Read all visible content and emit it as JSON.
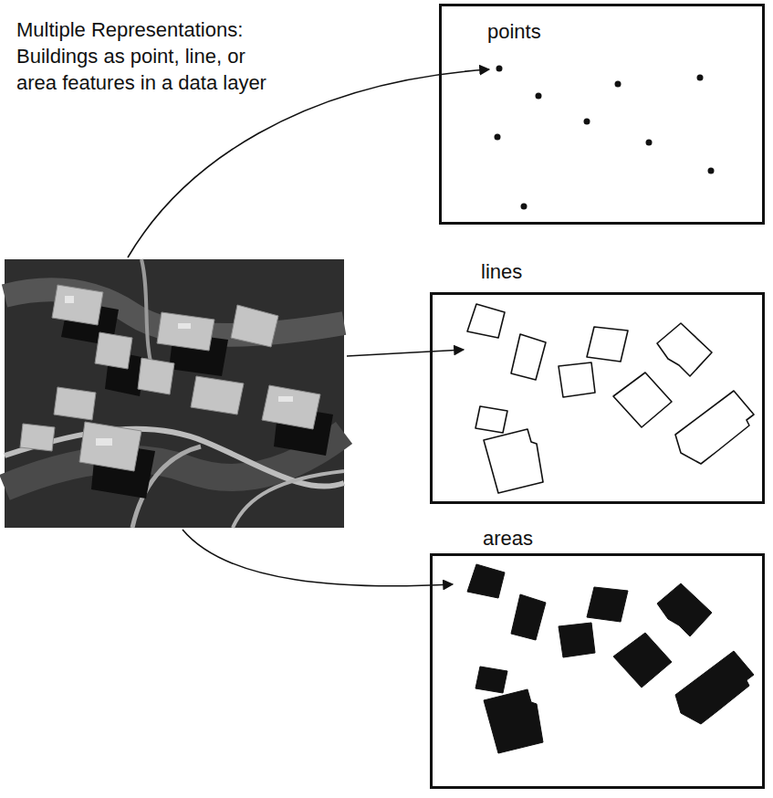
{
  "diagram": {
    "nodes": [
      {
        "text": [
          "points"
        ]
      },
      {
        "text": [
          "lines"
        ]
      },
      {
        "text": [
          "areas"
        ]
      }
    ],
    "labels": [
      "Multiple Representations: Buildings as point, line, or area features in a data layer"
    ]
  }
}
